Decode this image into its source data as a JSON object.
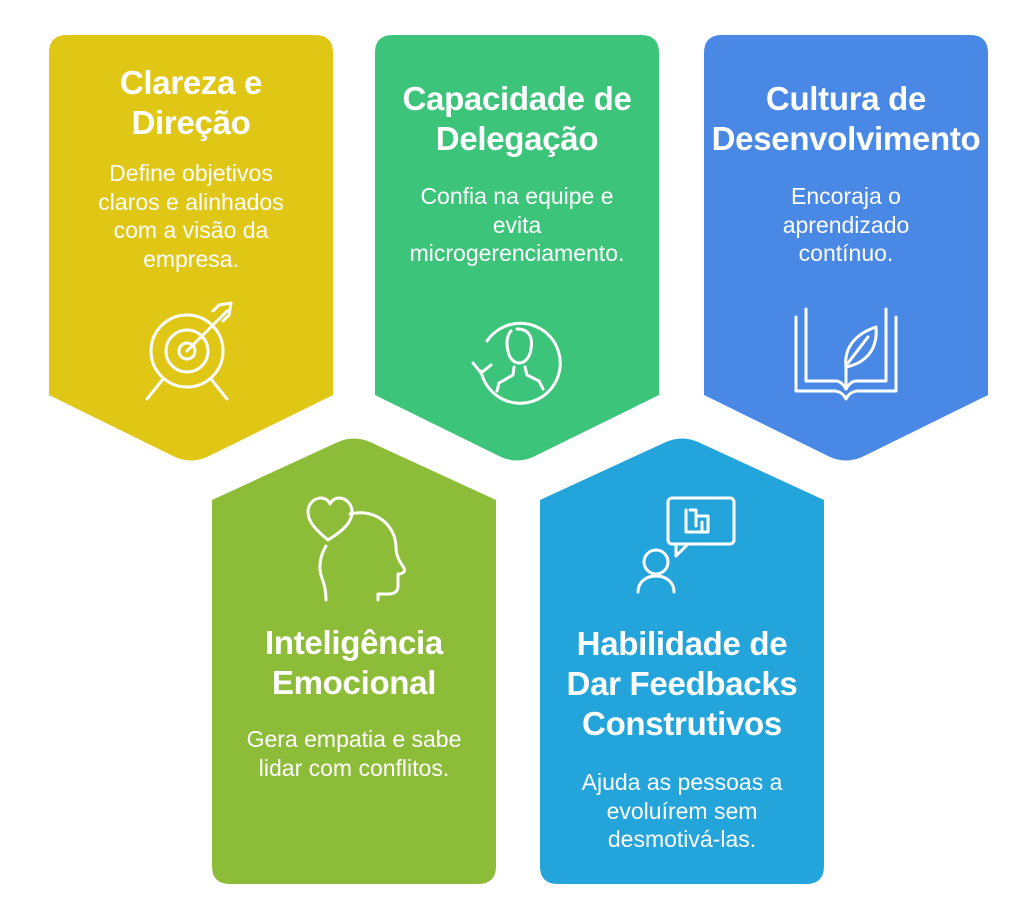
{
  "cards": [
    {
      "title_line1": "Clareza e",
      "title_line2": "Direção",
      "desc_lines": [
        "Define objetivos",
        "claros e alinhados",
        "com a visão da",
        "empresa."
      ],
      "color": "#E0C615",
      "icon": "target-icon"
    },
    {
      "title_line1": "Capacidade de",
      "title_line2": "Delegação",
      "desc_lines": [
        "Confia na equipe e",
        "evita",
        "microgerenciamento."
      ],
      "color": "#3CC47A",
      "icon": "delegate-person-icon"
    },
    {
      "title_line1": "Cultura de",
      "title_line2": "Desenvolvimento",
      "desc_lines": [
        "Encoraja o",
        "aprendizado",
        "contínuo."
      ],
      "color": "#4A88E6",
      "icon": "book-leaf-icon"
    },
    {
      "title_line1": "Inteligência",
      "title_line2": "Emocional",
      "desc_lines": [
        "Gera empatia e sabe",
        "lidar com conflitos."
      ],
      "color": "#8DBD38",
      "icon": "head-heart-icon"
    },
    {
      "title_line1": "Habilidade de",
      "title_line2": "Dar Feedbacks",
      "title_line3": "Construtivos",
      "desc_lines": [
        "Ajuda as pessoas a",
        "evoluírem sem",
        "desmotivá-las."
      ],
      "color": "#23A5DB",
      "icon": "person-feedback-icon"
    }
  ]
}
